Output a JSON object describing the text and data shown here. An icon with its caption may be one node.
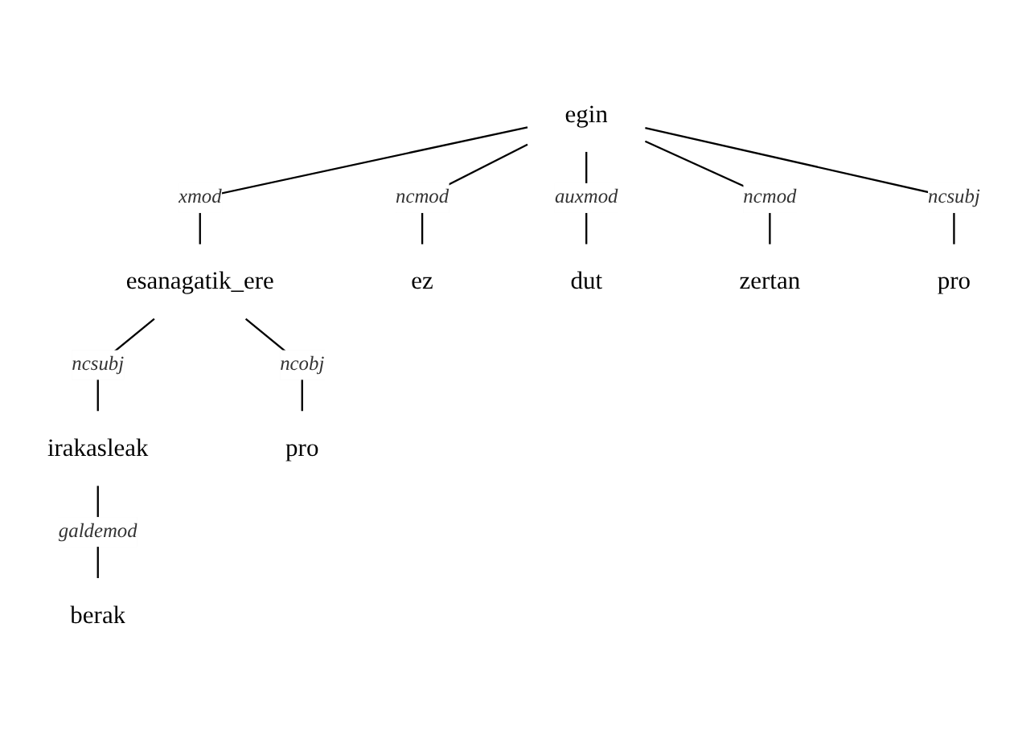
{
  "diagram": {
    "nodes": [
      {
        "text": [
          "egin"
        ]
      },
      {
        "text": [
          "esanagatik_ere"
        ]
      },
      {
        "text": [
          "ez"
        ]
      },
      {
        "text": [
          "dut"
        ]
      },
      {
        "text": [
          "zertan"
        ]
      },
      {
        "text": [
          "pro"
        ]
      },
      {
        "text": [
          "irakasleak"
        ]
      },
      {
        "text": [
          "pro"
        ]
      },
      {
        "text": [
          "berak"
        ]
      }
    ],
    "edges": [
      {
        "from": 0,
        "to": 1,
        "arrow": "none",
        "label": "xmod"
      },
      {
        "from": 0,
        "to": 2,
        "arrow": "none",
        "label": "ncmod"
      },
      {
        "from": 0,
        "to": 3,
        "arrow": "none",
        "label": "auxmod"
      },
      {
        "from": 0,
        "to": 4,
        "arrow": "none",
        "label": "ncmod"
      },
      {
        "from": 0,
        "to": 5,
        "arrow": "none",
        "label": "ncsubj"
      },
      {
        "from": 1,
        "to": 6,
        "arrow": "none",
        "label": "ncsubj"
      },
      {
        "from": 1,
        "to": 7,
        "arrow": "none",
        "label": "ncobj"
      },
      {
        "from": 6,
        "to": 8,
        "arrow": "none",
        "label": "galdemod"
      }
    ]
  }
}
